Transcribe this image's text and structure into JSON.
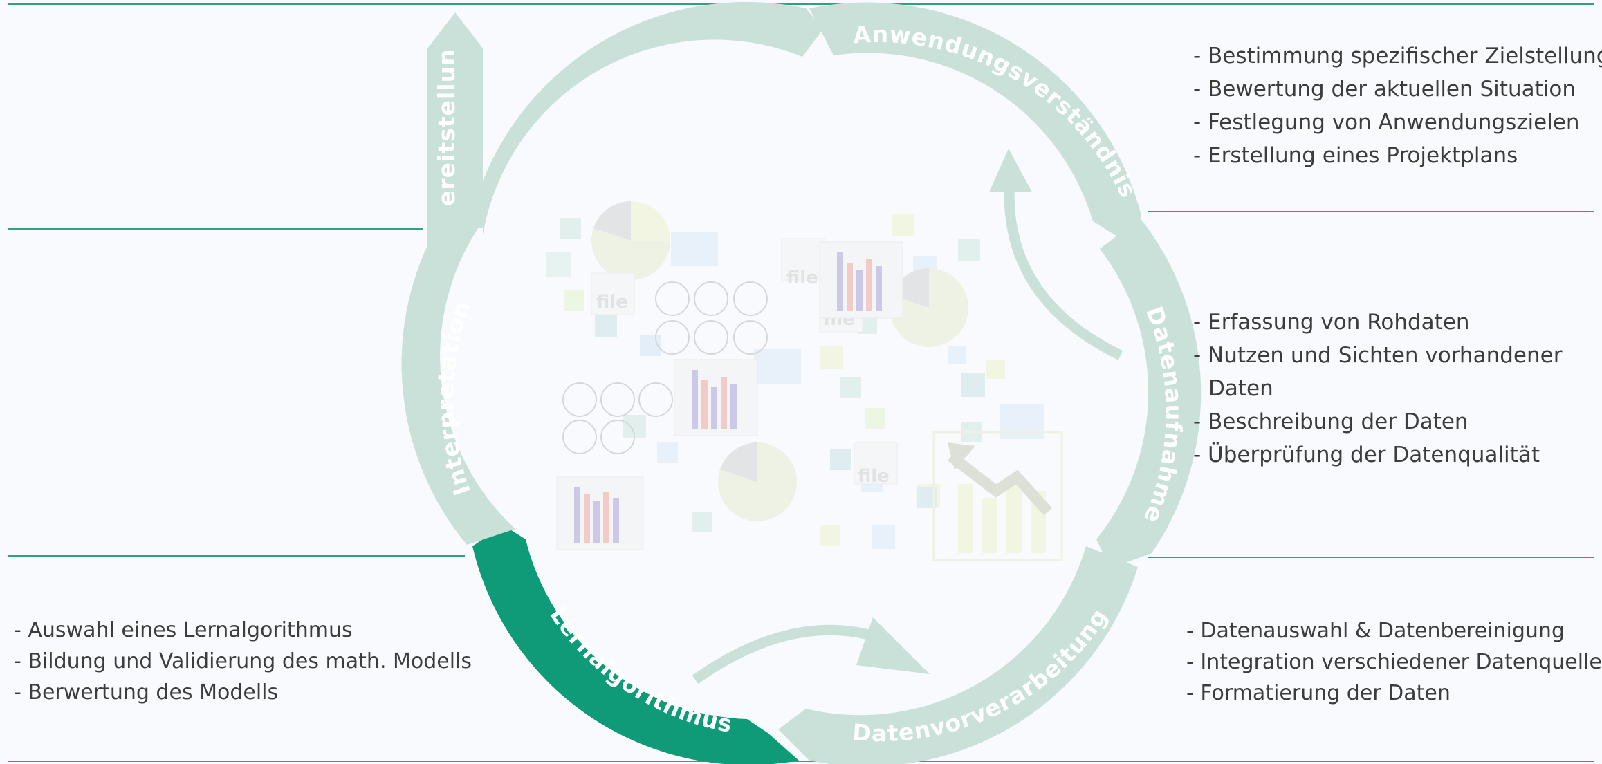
{
  "colors": {
    "segment_light": "#c9e1d8",
    "segment_active": "#0f9b78",
    "divider": "#2fa17d",
    "text": "#3c3c3c"
  },
  "segments": [
    {
      "key": "anwendungsverstaendnis",
      "label": "Anwendungsverständnis",
      "active": false
    },
    {
      "key": "datenaufnahme",
      "label": "Datenaufnahme",
      "active": false
    },
    {
      "key": "datenvorverarbeitung",
      "label": "Datenvorverarbeitung",
      "active": false
    },
    {
      "key": "lernalgorithmus",
      "label": "Lernalgorithmus",
      "active": true
    },
    {
      "key": "interpretation",
      "label": "Interpretation",
      "active": false
    },
    {
      "key": "bereitstellung",
      "label": "Bereitstellung",
      "active": false
    }
  ],
  "descriptions": {
    "anwendungsverstaendnis": [
      "- Bestimmung spezifischer Zielstellung",
      "- Bewertung der aktuellen Situation",
      "- Festlegung von Anwendungszielen",
      "- Erstellung eines Projektplans"
    ],
    "datenaufnahme": [
      "- Erfassung von Rohdaten",
      "- Nutzen und Sichten vorhandener",
      "Daten",
      "- Beschreibung der Daten",
      "- Überprüfung der Datenqualität"
    ],
    "datenvorverarbeitung": [
      "- Datenauswahl & Datenbereinigung",
      "- Integration verschiedener Datenquellen",
      "- Formatierung der Daten"
    ],
    "lernalgorithmus": [
      "- Auswahl eines Lernalgorithmus",
      "- Bildung und Validierung des math. Modells",
      "- Berwertung des Modells"
    ]
  },
  "center_illustration": {
    "file_label": "file",
    "icons": [
      "pie-chart-icon",
      "bar-chart-icon",
      "file-icon",
      "line-chart-icon",
      "data-tile-icon"
    ]
  }
}
